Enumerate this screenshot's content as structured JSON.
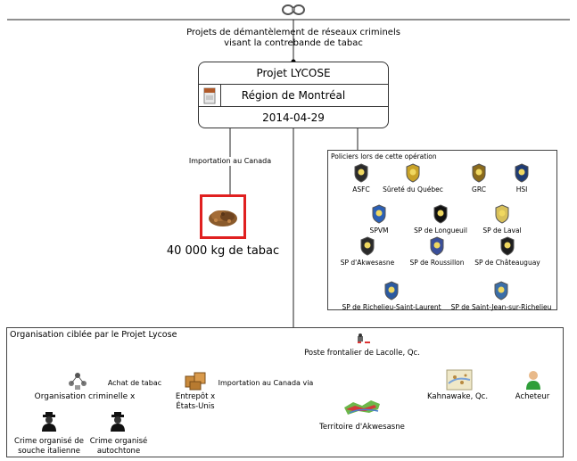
{
  "header": {
    "title_line1": "Projets de démantèlement de réseaux criminels",
    "title_line2": "visant la contrebande de tabac"
  },
  "project": {
    "name": "Projet LYCOSE",
    "region": "Région de Montréal",
    "date": "2014-04-29"
  },
  "seizure": {
    "edge_label": "Importation au Canada",
    "amount": "40 000 kg de tabac"
  },
  "police": {
    "title": "Policiers lors de cette opération",
    "agencies": [
      {
        "label": "ASFC",
        "icon": "asfc-badge-icon"
      },
      {
        "label": "Sûreté du Québec",
        "icon": "sq-badge-icon"
      },
      {
        "label": "GRC",
        "icon": "grc-badge-icon"
      },
      {
        "label": "HSI",
        "icon": "hsi-seal-icon"
      },
      {
        "label": "SPVM",
        "icon": "spvm-badge-icon"
      },
      {
        "label": "SP de Longueuil",
        "icon": "longueuil-badge-icon"
      },
      {
        "label": "SP de Laval",
        "icon": "laval-badge-icon"
      },
      {
        "label": "SP d'Akwesasne",
        "icon": "akwesasne-badge-icon"
      },
      {
        "label": "SP de Roussillon",
        "icon": "roussillon-badge-icon"
      },
      {
        "label": "SP de Châteauguay",
        "icon": "chateauguay-badge-icon"
      },
      {
        "label": "SP de Richelieu-Saint-Laurent",
        "icon": "richelieu-badge-icon"
      },
      {
        "label": "SP de Saint-Jean-sur-Richelieu",
        "icon": "saint-jean-badge-icon"
      }
    ]
  },
  "organisation": {
    "title": "Organisation ciblée par le Projet Lycose",
    "criminal_org": "Organisation criminelle x",
    "edge_achat": "Achat de tabac",
    "warehouse_line1": "Entrepôt x",
    "warehouse_line2": "États-Unis",
    "edge_import": "Importation au Canada via",
    "border_post": "Poste frontalier de Lacolle, Qc.",
    "territory": "Territoire d'Akwesasne",
    "kahnawake": "Kahnawake, Qc.",
    "buyer": "Acheteur",
    "crime_it_line1": "Crime organisé de",
    "crime_it_line2": "souche italienne",
    "crime_auto_line1": "Crime organisé",
    "crime_auto_line2": "autochtone"
  },
  "colors": {
    "highlight": "#e02020",
    "tobacco": "#8a5a2b",
    "buyer": "#2f9e3a",
    "map_red": "#d23a3a",
    "map_green": "#6cb84a"
  }
}
